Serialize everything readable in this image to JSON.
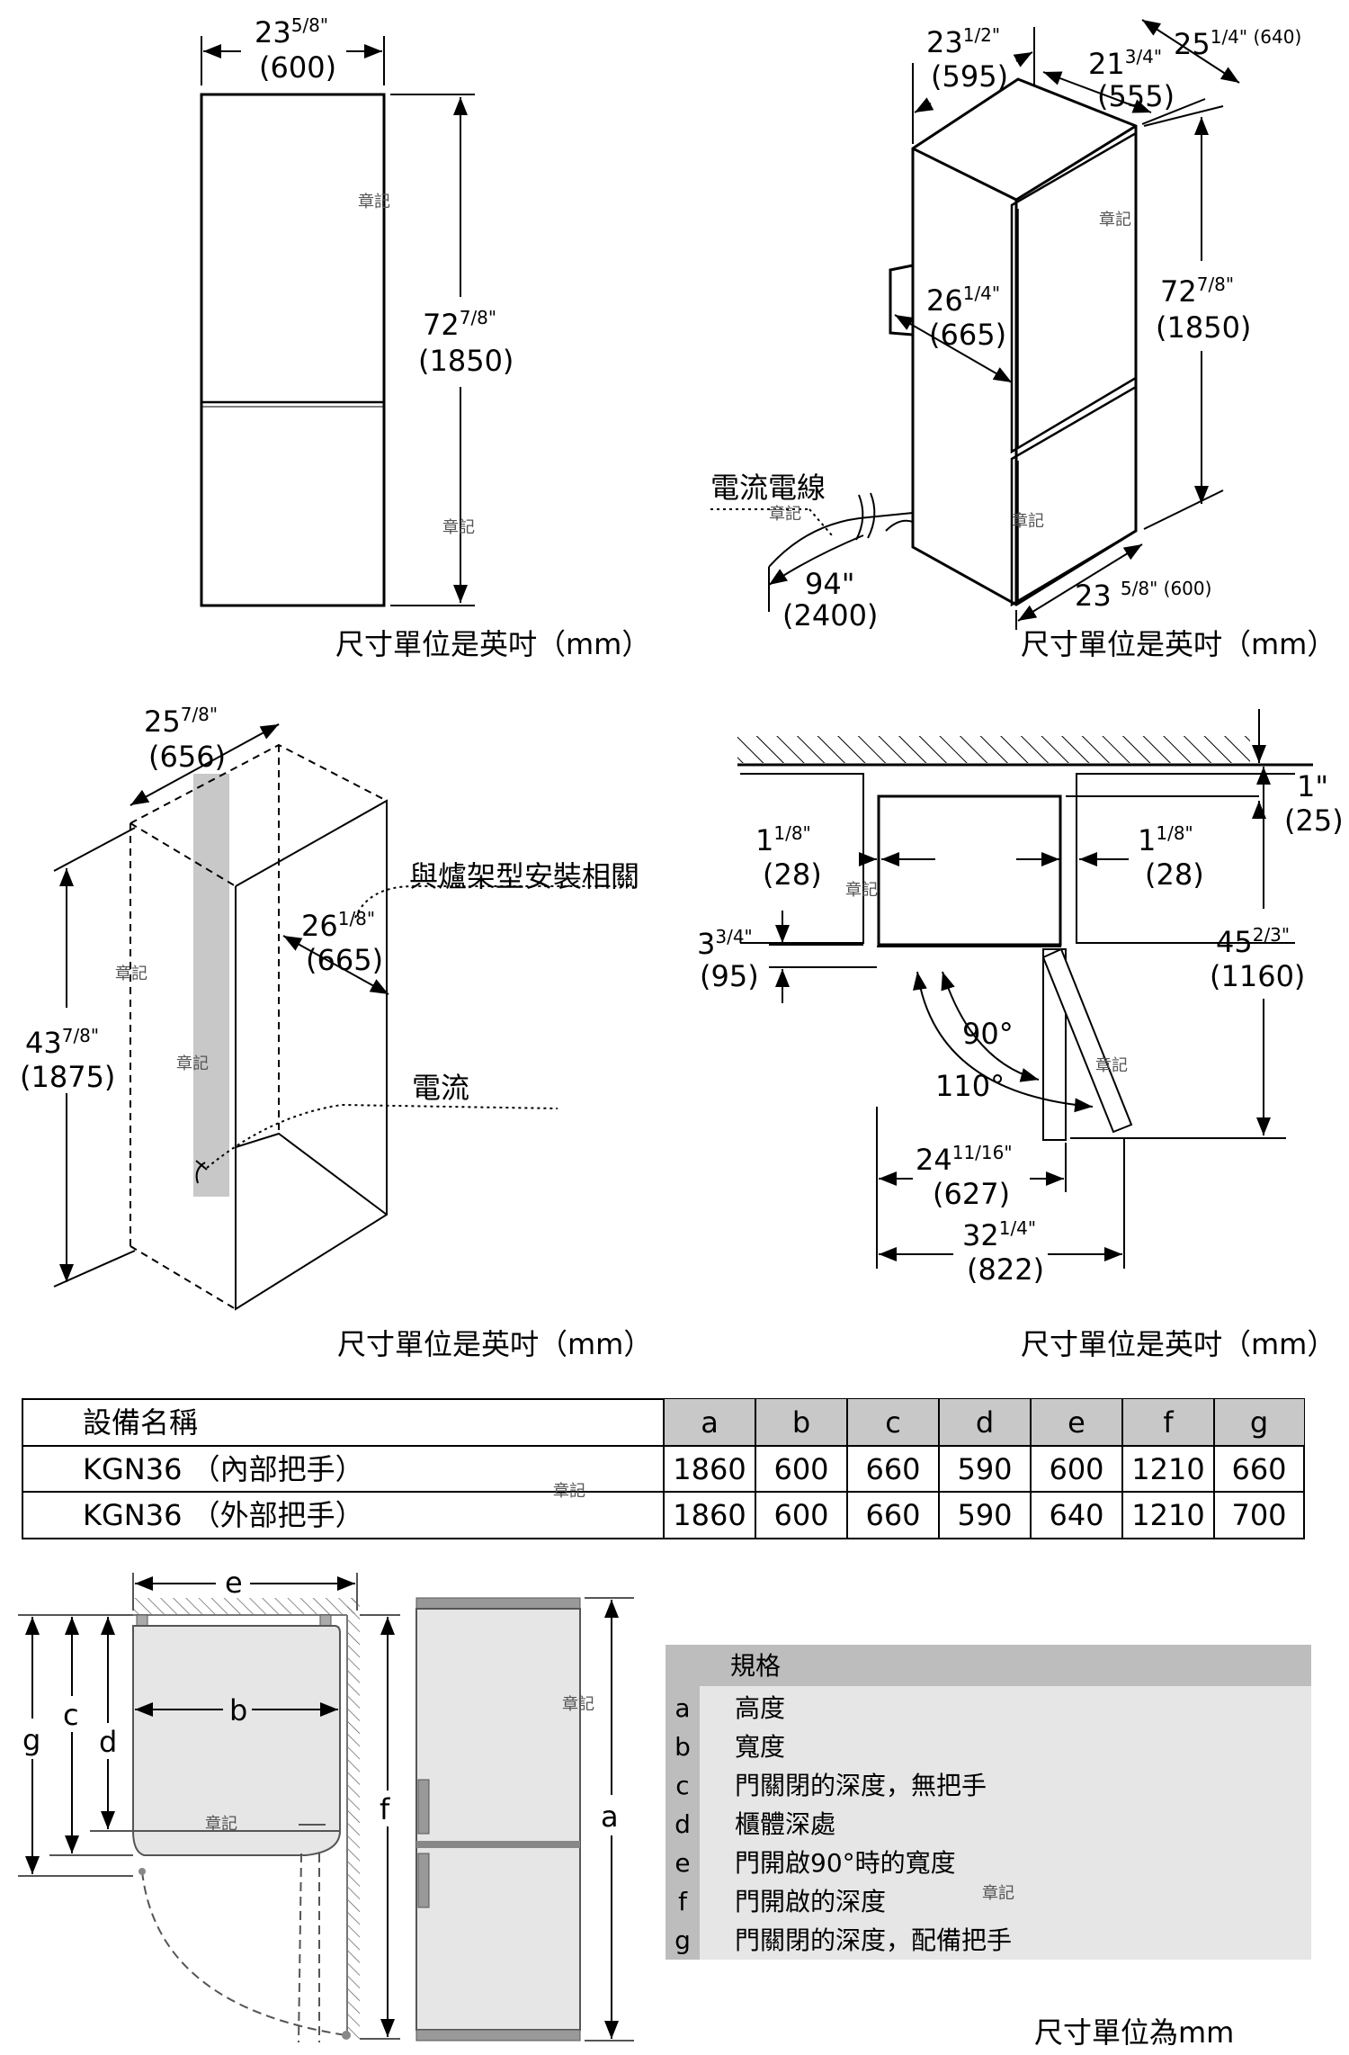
{
  "units_note": "尺寸單位是英吋（mm）",
  "units_note_mm": "尺寸單位為mm",
  "watermark": "章記",
  "views": {
    "front": {
      "width_in": "23",
      "width_frac": "5/8\"",
      "width_mm": "(600)",
      "height_in": "72",
      "height_frac": "7/8\"",
      "height_mm": "(1850)"
    },
    "iso": {
      "width_in": "23",
      "width_frac": "1/2\"",
      "width_mm": "(595)",
      "depth_in": "21",
      "depth_frac": "3/4\"",
      "depth_mm": "(555)",
      "depth2_in": "25",
      "depth2_frac": "1/4\" (640)",
      "inner_in": "26",
      "inner_frac": "1/4\"",
      "inner_mm": "(665)",
      "height_in": "72",
      "height_frac": "7/8\"",
      "height_mm": "(1850)",
      "cable_label": "電流電線",
      "cable_in": "94\"",
      "cable_mm": "(2400)",
      "bottom_w_in": "23 ",
      "bottom_w_frac": "5/8\" (600)"
    },
    "niche": {
      "width_in": "25",
      "width_frac": "7/8\"",
      "width_mm": "(656)",
      "depth_in": "26",
      "depth_frac": "1/8\"",
      "depth_mm": "(665)",
      "height_in": "43",
      "height_frac": "7/8\"",
      "height_mm": "(1875)",
      "oven_label": "與爐架型安裝相關",
      "power_label": "電流"
    },
    "plan": {
      "left_gap_in": "1",
      "left_gap_frac": "1/8\"",
      "left_gap_mm": "(28)",
      "right_gap_in": "1",
      "right_gap_frac": "1/8\"",
      "right_gap_mm": "(28)",
      "top_gap_in": "1\"",
      "top_gap_mm": "(25)",
      "front_in": "3",
      "front_frac": "3/4\"",
      "front_mm": "(95)",
      "depth_in": "45",
      "depth_frac": "2/3\"",
      "depth_mm": "(1160)",
      "angle_90": "90°",
      "angle_110": "110°",
      "open90_in": "24",
      "open90_frac": "11/16\"",
      "open90_mm": "(627)",
      "open110_in": "32",
      "open110_frac": "1/4\"",
      "open110_mm": "(822)"
    }
  },
  "table": {
    "headers": [
      "設備名稱",
      "a",
      "b",
      "c",
      "d",
      "e",
      "f",
      "g"
    ],
    "rows": [
      [
        "KGN36 （內部把手）",
        "1860",
        "600",
        "660",
        "590",
        "600",
        "1210",
        "660"
      ],
      [
        "KGN36 （外部把手）",
        "1860",
        "600",
        "660",
        "590",
        "640",
        "1210",
        "700"
      ]
    ]
  },
  "bottom": {
    "letters": {
      "e": "e",
      "b": "b",
      "c": "c",
      "d": "d",
      "g": "g",
      "f": "f",
      "a": "a"
    }
  },
  "spec": {
    "title": "規格",
    "items": [
      {
        "key": "a",
        "label": "高度"
      },
      {
        "key": "b",
        "label": "寬度"
      },
      {
        "key": "c",
        "label": "門關閉的深度，無把手"
      },
      {
        "key": "d",
        "label": "櫃體深處"
      },
      {
        "key": "e",
        "label": "門開啟90°時的寬度"
      },
      {
        "key": "f",
        "label": "門開啟的深度"
      },
      {
        "key": "g",
        "label": "門關閉的深度，配備把手"
      }
    ]
  }
}
